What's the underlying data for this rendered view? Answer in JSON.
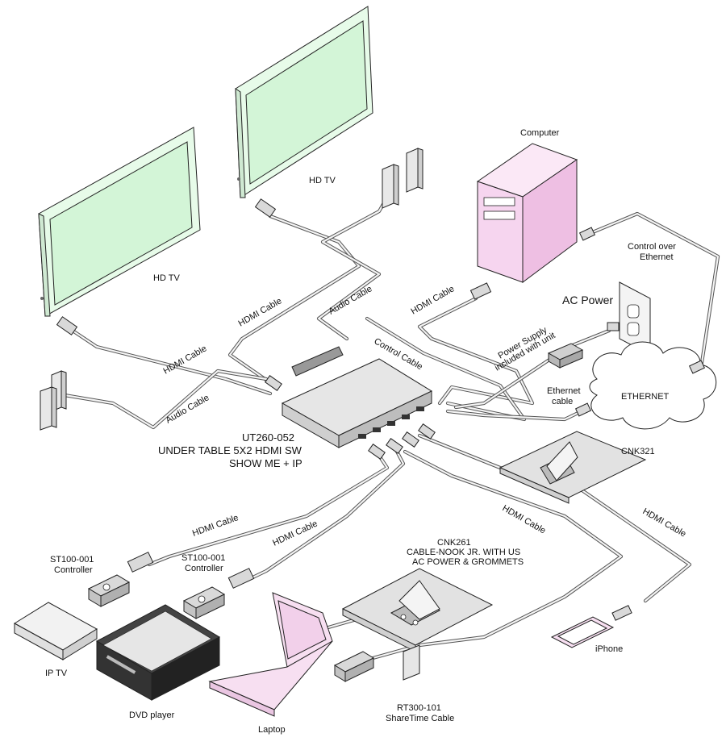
{
  "labels": {
    "hdtv_left": "HD TV",
    "hdtv_center": "HD TV",
    "computer": "Computer",
    "control_over_ethernet_1": "Control over",
    "control_over_ethernet_2": "Ethernet",
    "ac_power": "AC Power",
    "power_supply_1": "Power Supply",
    "power_supply_2": "included with unit",
    "ethernet_cloud": "ETHERNET",
    "ethernet_cable_1": "Ethernet",
    "ethernet_cable_2": "cable",
    "hdmi_cable_upper_left": "HDMI Cable",
    "hdmi_cable_left": "HDMI Cable",
    "audio_cable_upper": "Audio Cable",
    "audio_cable_left": "Audio Cable",
    "hdmi_cable_computer": "HDMI Cable",
    "control_cable": "Control Cable",
    "main_unit_1": "UT260-052",
    "main_unit_2": "UNDER TABLE 5X2 HDMI SW",
    "main_unit_3": "SHOW ME + IP",
    "cnk321": "CNK321",
    "hdmi_cable_lower_left": "HDMI Cable",
    "hdmi_cable_lower_mid": "HDMI Cable",
    "hdmi_cable_center_right": "HDMI Cable",
    "hdmi_cable_right": "HDMI Cable",
    "cnk261_1": "CNK261",
    "cnk261_2": "CABLE-NOOK JR. WITH US",
    "cnk261_3": "AC POWER & GROMMETS",
    "st100_a_1": "ST100-001",
    "st100_a_2": "Controller",
    "st100_b_1": "ST100-001",
    "st100_b_2": "Controller",
    "iphone": "iPhone",
    "ip_tv": "IP TV",
    "dvd_player": "DVD player",
    "laptop": "Laptop",
    "rt300_1": "RT300-101",
    "rt300_2": "ShareTime Cable"
  },
  "colors": {
    "tv_screen": "#d3f5d7",
    "tv_frame": "#e7fbe9",
    "computer_body": "#f6d5ef",
    "laptop_screen": "#f7dff1",
    "device_gray": "#d9d9d9",
    "plate_gray": "#e2e2e2"
  }
}
